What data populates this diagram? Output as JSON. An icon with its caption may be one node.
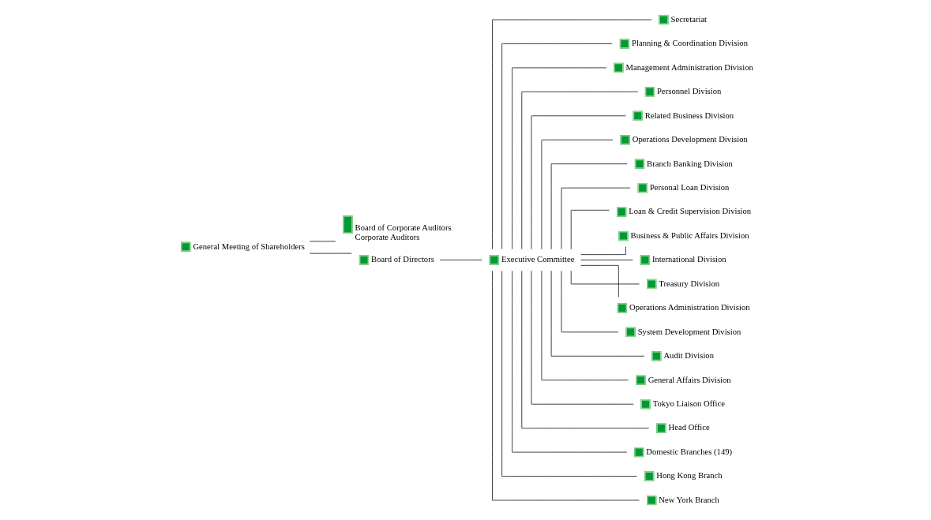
{
  "diagram": {
    "nodes": [
      {
        "text": [
          "General Meeting of Shareholders"
        ]
      },
      {
        "text": [
          "Board of Corporate Auditors",
          "Corporate Auditors"
        ]
      },
      {
        "text": [
          "Board of Directors"
        ]
      },
      {
        "text": [
          "Executive Committee"
        ]
      },
      {
        "text": [
          "Secretariat"
        ]
      },
      {
        "text": [
          "Planning & Coordination Division"
        ]
      },
      {
        "text": [
          "Management Administration Division"
        ]
      },
      {
        "text": [
          "Personnel Division"
        ]
      },
      {
        "text": [
          "Related Business Division"
        ]
      },
      {
        "text": [
          "Operations Development Division"
        ]
      },
      {
        "text": [
          "Branch Banking Division"
        ]
      },
      {
        "text": [
          "Personal Loan Division"
        ]
      },
      {
        "text": [
          "Loan & Credit Supervision Division"
        ]
      },
      {
        "text": [
          "Business & Public Affairs Division"
        ]
      },
      {
        "text": [
          "International Division"
        ]
      },
      {
        "text": [
          "Treasury Division"
        ]
      },
      {
        "text": [
          "Operations Administration Division"
        ]
      },
      {
        "text": [
          "System Development Division"
        ]
      },
      {
        "text": [
          "Audit Division"
        ]
      },
      {
        "text": [
          "General Affairs Division"
        ]
      },
      {
        "text": [
          "Tokyo Liaison Office"
        ]
      },
      {
        "text": [
          "Head Office"
        ]
      },
      {
        "text": [
          "Domestic Branches (149)"
        ]
      },
      {
        "text": [
          "Hong Kong Branch"
        ]
      },
      {
        "text": [
          "New York Branch"
        ]
      }
    ],
    "edges": [
      {
        "from": 0,
        "to": 1,
        "arrow": "none"
      },
      {
        "from": 0,
        "to": 2,
        "arrow": "none"
      },
      {
        "from": 2,
        "to": 3,
        "arrow": "none"
      },
      {
        "from": 3,
        "to": 4,
        "arrow": "none"
      },
      {
        "from": 3,
        "to": 5,
        "arrow": "none"
      },
      {
        "from": 3,
        "to": 6,
        "arrow": "none"
      },
      {
        "from": 3,
        "to": 7,
        "arrow": "none"
      },
      {
        "from": 3,
        "to": 8,
        "arrow": "none"
      },
      {
        "from": 3,
        "to": 9,
        "arrow": "none"
      },
      {
        "from": 3,
        "to": 10,
        "arrow": "none"
      },
      {
        "from": 3,
        "to": 11,
        "arrow": "none"
      },
      {
        "from": 3,
        "to": 12,
        "arrow": "none"
      },
      {
        "from": 3,
        "to": 13,
        "arrow": "none"
      },
      {
        "from": 3,
        "to": 14,
        "arrow": "none"
      },
      {
        "from": 3,
        "to": 15,
        "arrow": "none"
      },
      {
        "from": 3,
        "to": 16,
        "arrow": "none"
      },
      {
        "from": 3,
        "to": 17,
        "arrow": "none"
      },
      {
        "from": 3,
        "to": 18,
        "arrow": "none"
      },
      {
        "from": 3,
        "to": 19,
        "arrow": "none"
      },
      {
        "from": 3,
        "to": 20,
        "arrow": "none"
      },
      {
        "from": 3,
        "to": 21,
        "arrow": "none"
      },
      {
        "from": 3,
        "to": 22,
        "arrow": "none"
      },
      {
        "from": 3,
        "to": 23,
        "arrow": "none"
      },
      {
        "from": 3,
        "to": 24,
        "arrow": "none"
      }
    ]
  }
}
